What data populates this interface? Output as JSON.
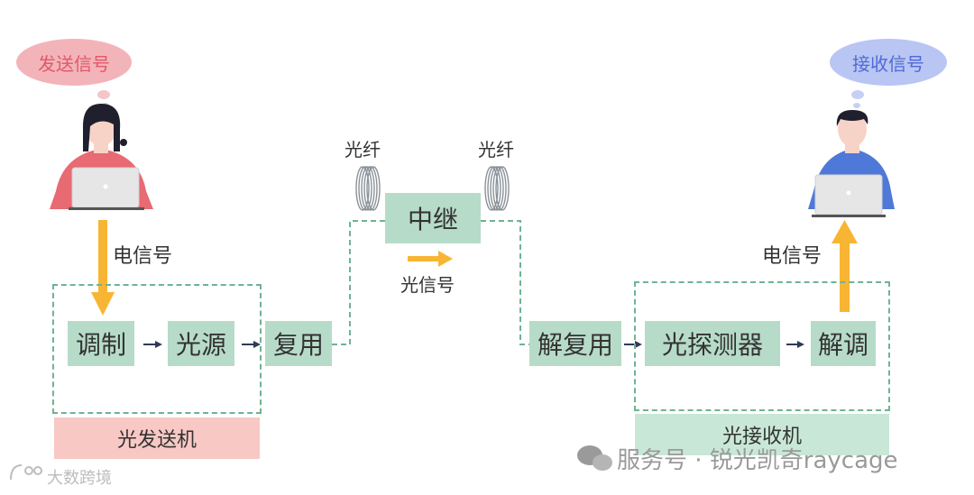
{
  "sender_bubble": "发送信号",
  "receiver_bubble": "接收信号",
  "elec_signal_left": "电信号",
  "elec_signal_right": "电信号",
  "fiber_left": "光纤",
  "fiber_right": "光纤",
  "optical_signal": "光信号",
  "blocks": {
    "modulate": "调制",
    "light_source": "光源",
    "multiplex": "复用",
    "repeater": "中继",
    "demultiplex": "解复用",
    "photodetector": "光探测器",
    "demodulate": "解调"
  },
  "transmitter": "光发送机",
  "receiver": "光接收机",
  "watermark_right": "服务号 · 锐光凯奇raycage",
  "watermark_left": "大数跨境",
  "colors": {
    "box": "#b7dbc9",
    "dashed": "#6fb393",
    "arrow_orange": "#f8b534",
    "sender_bubble": "#f3b4b9",
    "receiver_bubble": "#b9c5f3",
    "transmitter_bar": "#f8c8c4",
    "receiver_bar": "#c9e7d7"
  }
}
